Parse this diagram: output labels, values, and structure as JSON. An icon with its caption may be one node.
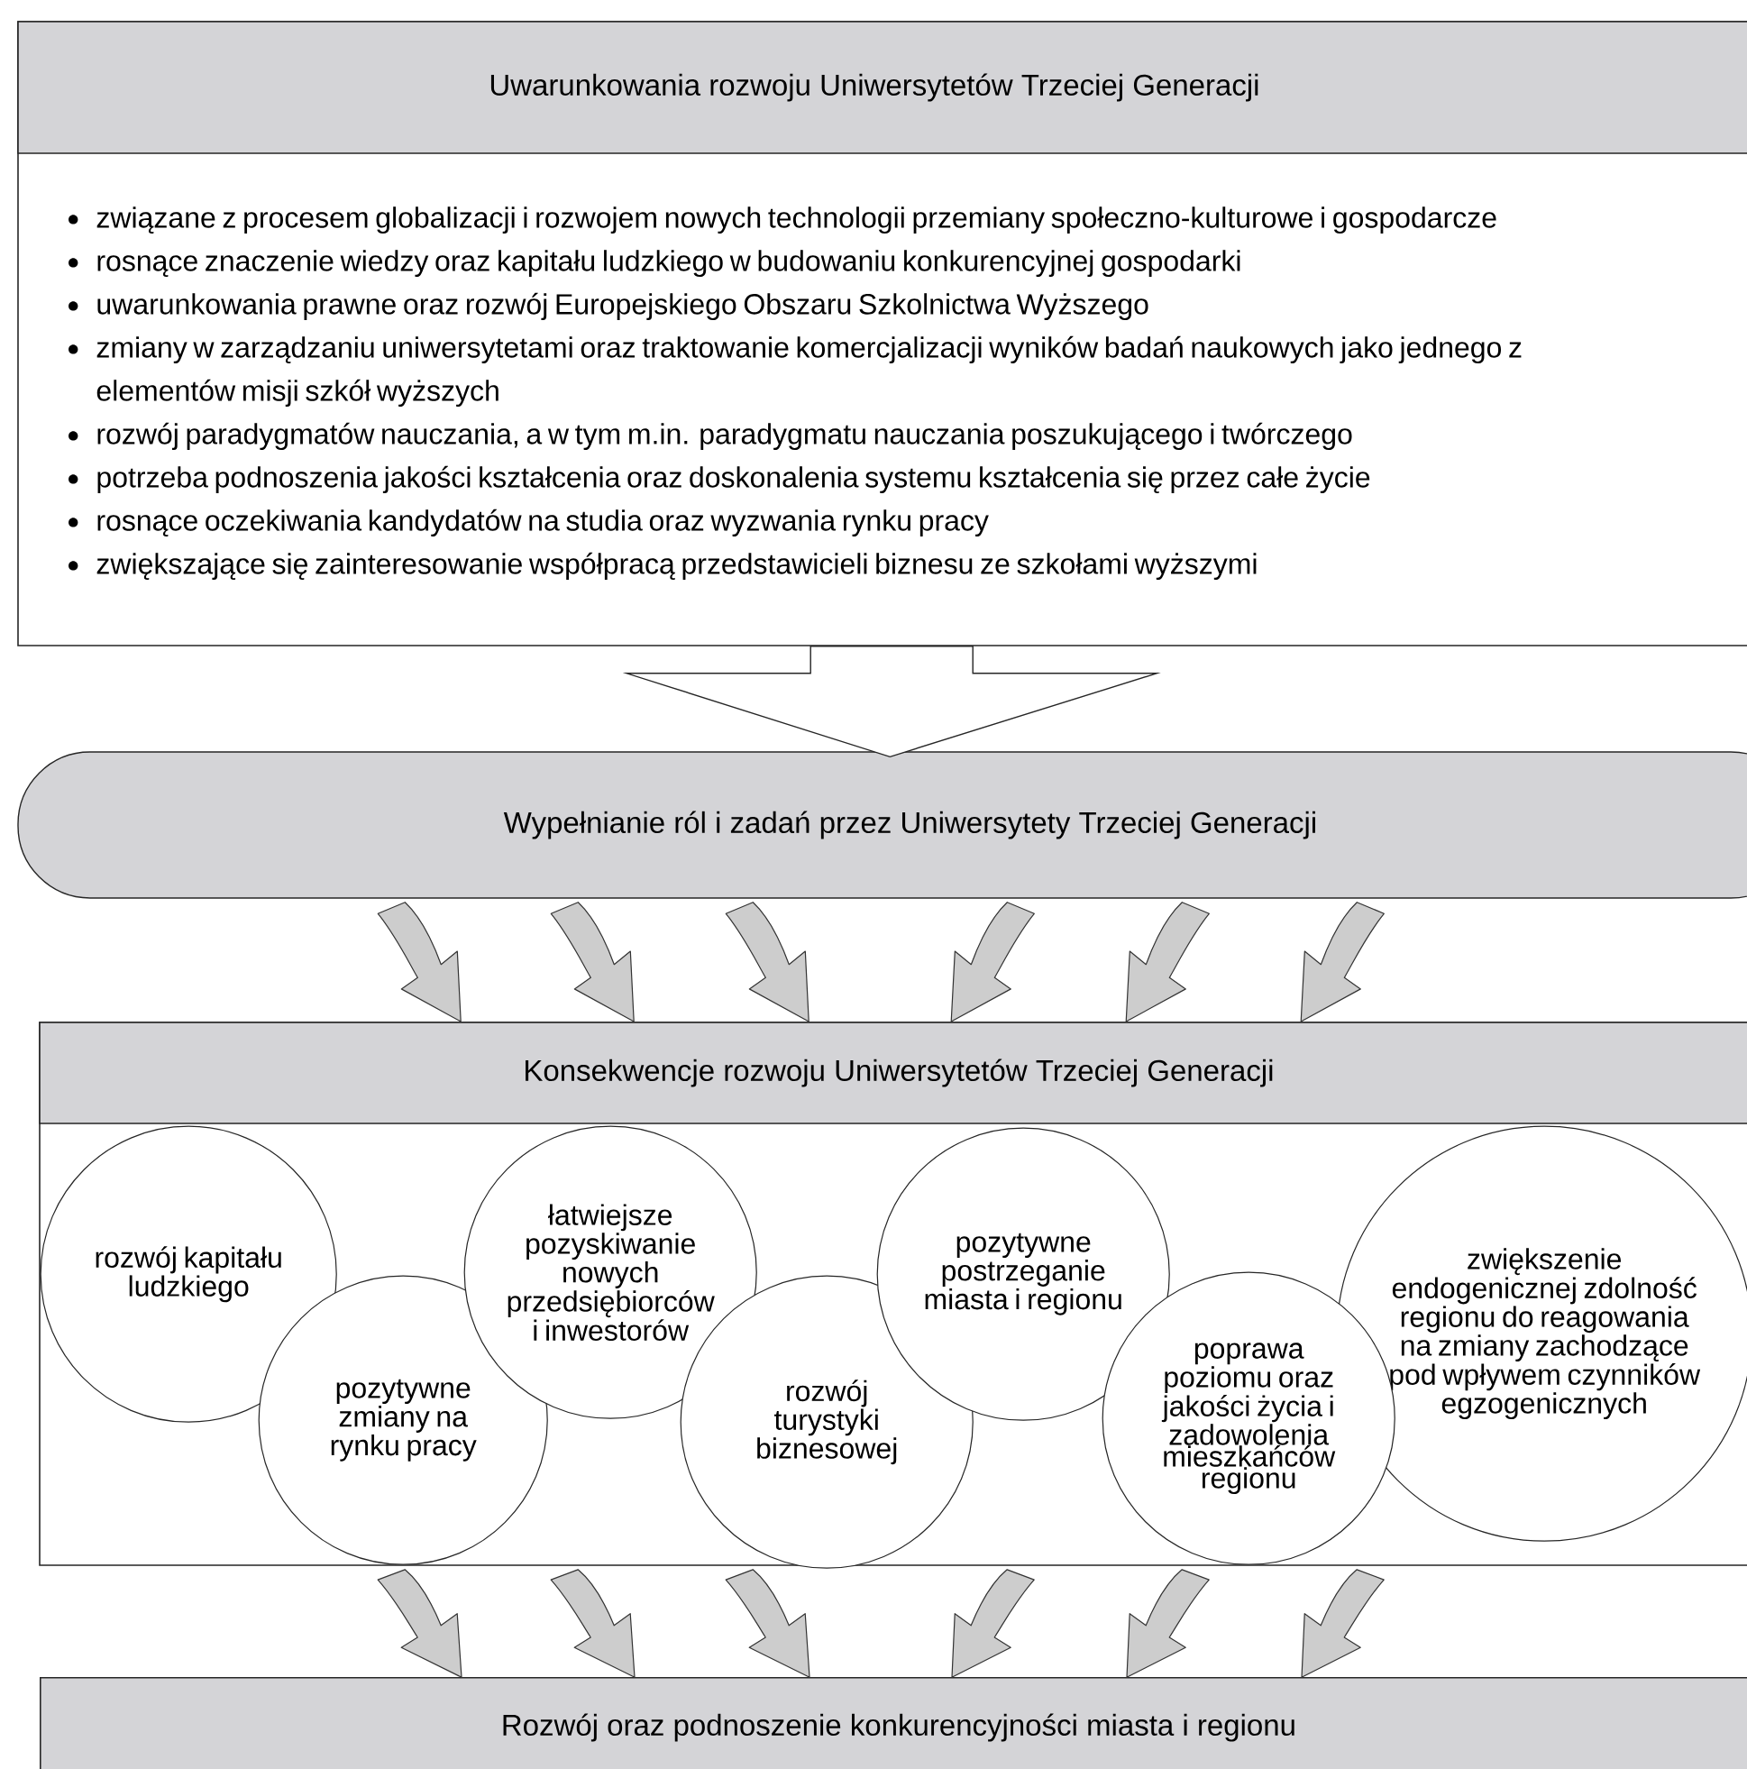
{
  "diagram": {
    "nodes": [
      {
        "text": [
          "Uwarunkowania rozwoju Uniwersytetów Trzeciej Generacji",
          "związane z procesem globalizacji i rozwojem nowych technologii przemiany społeczno-kulturowe i gospodarcze",
          "rosnące znaczenie wiedzy oraz kapitału ludzkiego w budowaniu konkurencyjnej gospodarki",
          "uwarunkowania prawne oraz rozwój Europejskiego Obszaru Szkolnictwa Wyższego",
          "zmiany w zarządzaniu uniwersytetami oraz traktowanie komercjalizacji wyników badań naukowych jako jednego z elementów misji szkół wyższych",
          "rozwój paradygmatów nauczania, a w tym m.in. paradygmatu nauczania poszukującego i twórczego",
          "potrzeba podnoszenia jakości kształcenia oraz doskonalenia systemu kształcenia się przez całe życie",
          "rosnące oczekiwania kandydatów na studia oraz wyzwania rynku pracy",
          "zwiększające się zainteresowanie współpracą przedstawicieli biznesu ze szkołami wyższymi"
        ]
      },
      {
        "text": [
          "Wypełnianie ról i zadań przez Uniwersytety Trzeciej Generacji"
        ]
      },
      {
        "text": [
          "Konsekwencje rozwoju Uniwersytetów Trzeciej Generacji"
        ]
      },
      {
        "text": [
          "rozwój kapitału ludzkiego"
        ],
        "in": 2
      },
      {
        "text": [
          "pozytywne zmiany na rynku pracy"
        ],
        "in": 2
      },
      {
        "text": [
          "łatwiejsze pozyskiwanie nowych przedsiębiorców i inwestorów"
        ],
        "in": 2
      },
      {
        "text": [
          "rozwój turystyki biznesowej"
        ],
        "in": 2
      },
      {
        "text": [
          "pozytywne postrzeganie miasta i regionu"
        ],
        "in": 2
      },
      {
        "text": [
          "poprawa poziomu oraz jakości życia i zadowolenia mieszkańców regionu"
        ],
        "in": 2
      },
      {
        "text": [
          "zwiększenie endogenicznej zdolność regionu do reagowania na zmiany zachodzące pod wpływem czynników egzogenicznych"
        ],
        "in": 2
      },
      {
        "text": [
          "Rozwój oraz podnoszenie konkurencyjności miasta i regionu"
        ]
      }
    ],
    "edges": [
      {
        "from": 0,
        "to": 1,
        "arrow": "to"
      },
      {
        "from": 1,
        "to": 2,
        "arrow": "to"
      },
      {
        "from": 1,
        "to": 2,
        "arrow": "to"
      },
      {
        "from": 1,
        "to": 2,
        "arrow": "to"
      },
      {
        "from": 1,
        "to": 2,
        "arrow": "to"
      },
      {
        "from": 1,
        "to": 2,
        "arrow": "to"
      },
      {
        "from": 1,
        "to": 2,
        "arrow": "to"
      },
      {
        "from": 2,
        "to": 10,
        "arrow": "to"
      },
      {
        "from": 2,
        "to": 10,
        "arrow": "to"
      },
      {
        "from": 2,
        "to": 10,
        "arrow": "to"
      },
      {
        "from": 2,
        "to": 10,
        "arrow": "to"
      },
      {
        "from": 2,
        "to": 10,
        "arrow": "to"
      },
      {
        "from": 2,
        "to": 10,
        "arrow": "to"
      }
    ]
  }
}
